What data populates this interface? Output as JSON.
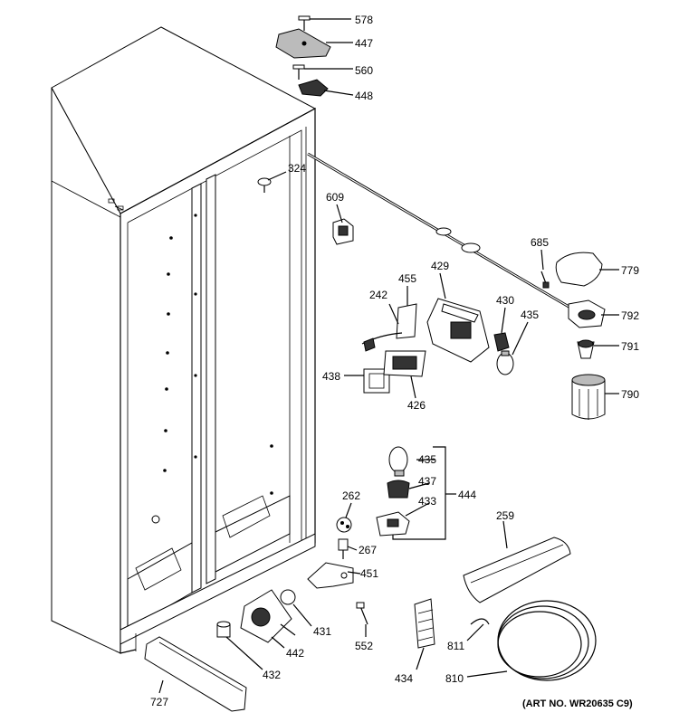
{
  "labels": {
    "p578": "578",
    "p447": "447",
    "p560": "560",
    "p448": "448",
    "p324": "324",
    "p609": "609",
    "p685": "685",
    "p779": "779",
    "p429": "429",
    "p455": "455",
    "p242": "242",
    "p430": "430",
    "p435a": "435",
    "p792": "792",
    "p791": "791",
    "p438": "438",
    "p426": "426",
    "p790": "790",
    "p435b": "435",
    "p437": "437",
    "p444": "444",
    "p433": "433",
    "p262": "262",
    "p267": "267",
    "p259": "259",
    "p451": "451",
    "p431": "431",
    "p552": "552",
    "p811": "811",
    "p442": "442",
    "p432": "432",
    "p434": "434",
    "p810": "810",
    "p727": "727"
  },
  "art_number": "(ART NO. WR20635 C9)"
}
